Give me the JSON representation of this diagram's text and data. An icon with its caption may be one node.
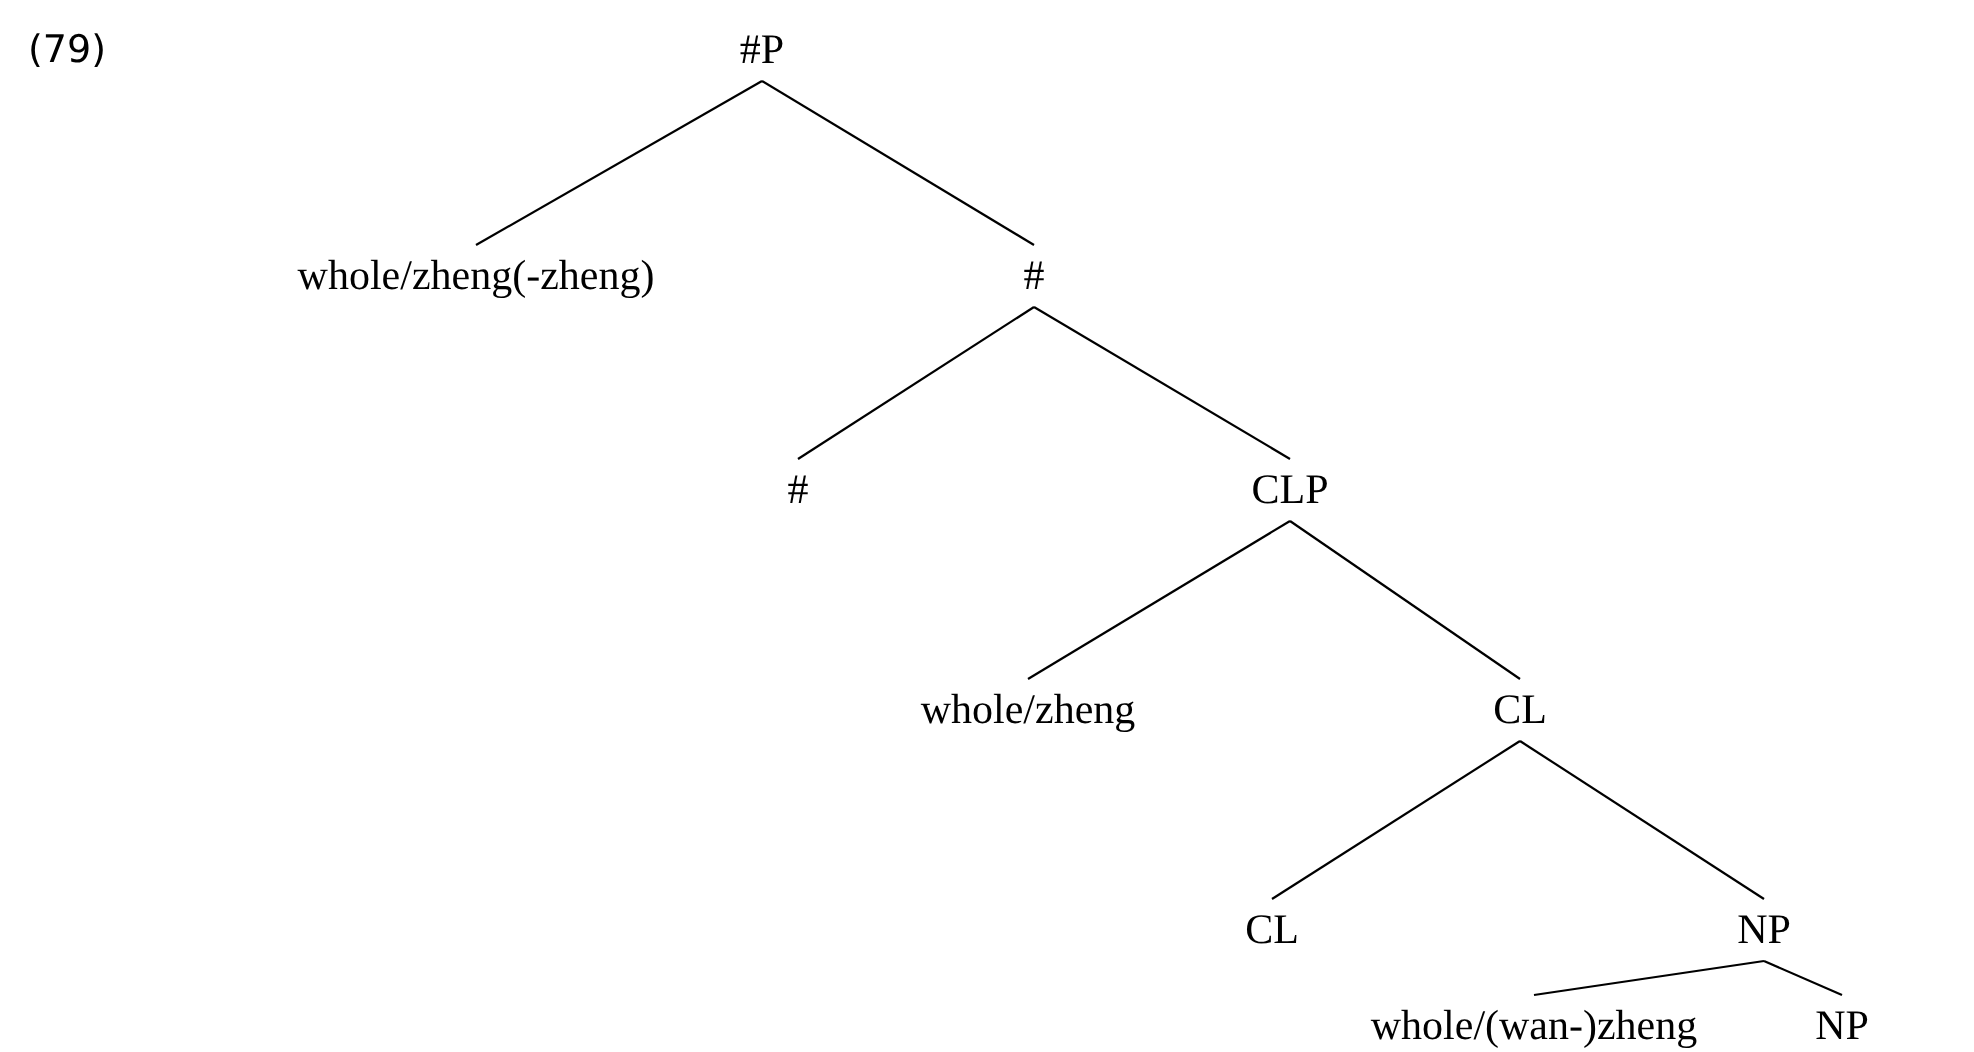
{
  "diagram": {
    "nodes": [
      {
        "text": [
          "#P"
        ]
      },
      {
        "text": [
          "whole/zheng(-zheng)"
        ]
      },
      {
        "text": [
          "#"
        ]
      },
      {
        "text": [
          "#"
        ]
      },
      {
        "text": [
          "CLP"
        ]
      },
      {
        "text": [
          "whole/zheng"
        ]
      },
      {
        "text": [
          "CL"
        ]
      },
      {
        "text": [
          "CL"
        ]
      },
      {
        "text": [
          "NP"
        ]
      },
      {
        "text": [
          "whole/(wan-)zheng"
        ]
      },
      {
        "text": [
          "NP"
        ]
      }
    ],
    "edges": [
      {
        "from": 0,
        "to": 1,
        "arrow": "none"
      },
      {
        "from": 0,
        "to": 2,
        "arrow": "none"
      },
      {
        "from": 2,
        "to": 3,
        "arrow": "none"
      },
      {
        "from": 2,
        "to": 4,
        "arrow": "none"
      },
      {
        "from": 4,
        "to": 5,
        "arrow": "none"
      },
      {
        "from": 4,
        "to": 6,
        "arrow": "none"
      },
      {
        "from": 6,
        "to": 7,
        "arrow": "none"
      },
      {
        "from": 6,
        "to": 8,
        "arrow": "none"
      },
      {
        "from": 8,
        "to": 9,
        "arrow": "none"
      },
      {
        "from": 8,
        "to": 10,
        "arrow": "none"
      }
    ],
    "labels": [
      "(79)"
    ]
  }
}
